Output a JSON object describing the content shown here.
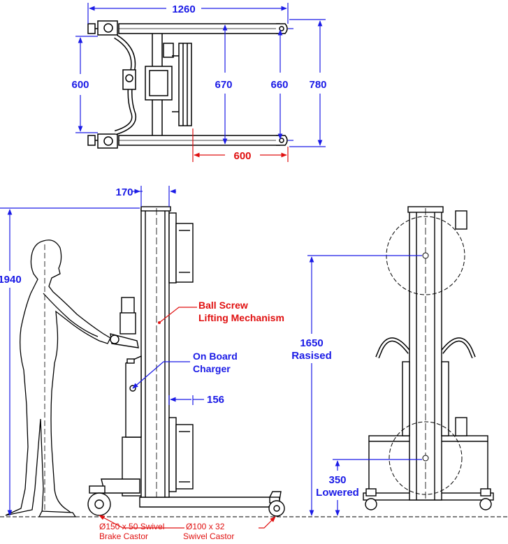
{
  "top_view": {
    "dim_overall_length": "1260",
    "dim_castor_spread": "600",
    "dim_inner_width": "670",
    "dim_leg_span": "660",
    "dim_overall_width": "780",
    "dim_leg_length": "600"
  },
  "side_view": {
    "dim_mast_depth": "170",
    "dim_overall_height": "1940",
    "dim_platform_offset": "156",
    "label_ball_screw_line1": "Ball Screw",
    "label_ball_screw_line2": "Lifting Mechanism",
    "label_charger_line1": "On Board",
    "label_charger_line2": "Charger",
    "label_brake_castor_line1": "Ø150 x 50 Swivel",
    "label_brake_castor_line2": "Brake Castor",
    "label_swivel_castor_line1": "Ø100 x 32",
    "label_swivel_castor_line2": "Swivel Castor"
  },
  "front_view": {
    "dim_raised_value": "1650",
    "dim_raised_label": "Rasised",
    "dim_lowered_value": "350",
    "dim_lowered_label": "Lowered"
  },
  "colors": {
    "line": "#000000",
    "dimension_blue": "#1a1ae6",
    "callout_red": "#e01010"
  }
}
